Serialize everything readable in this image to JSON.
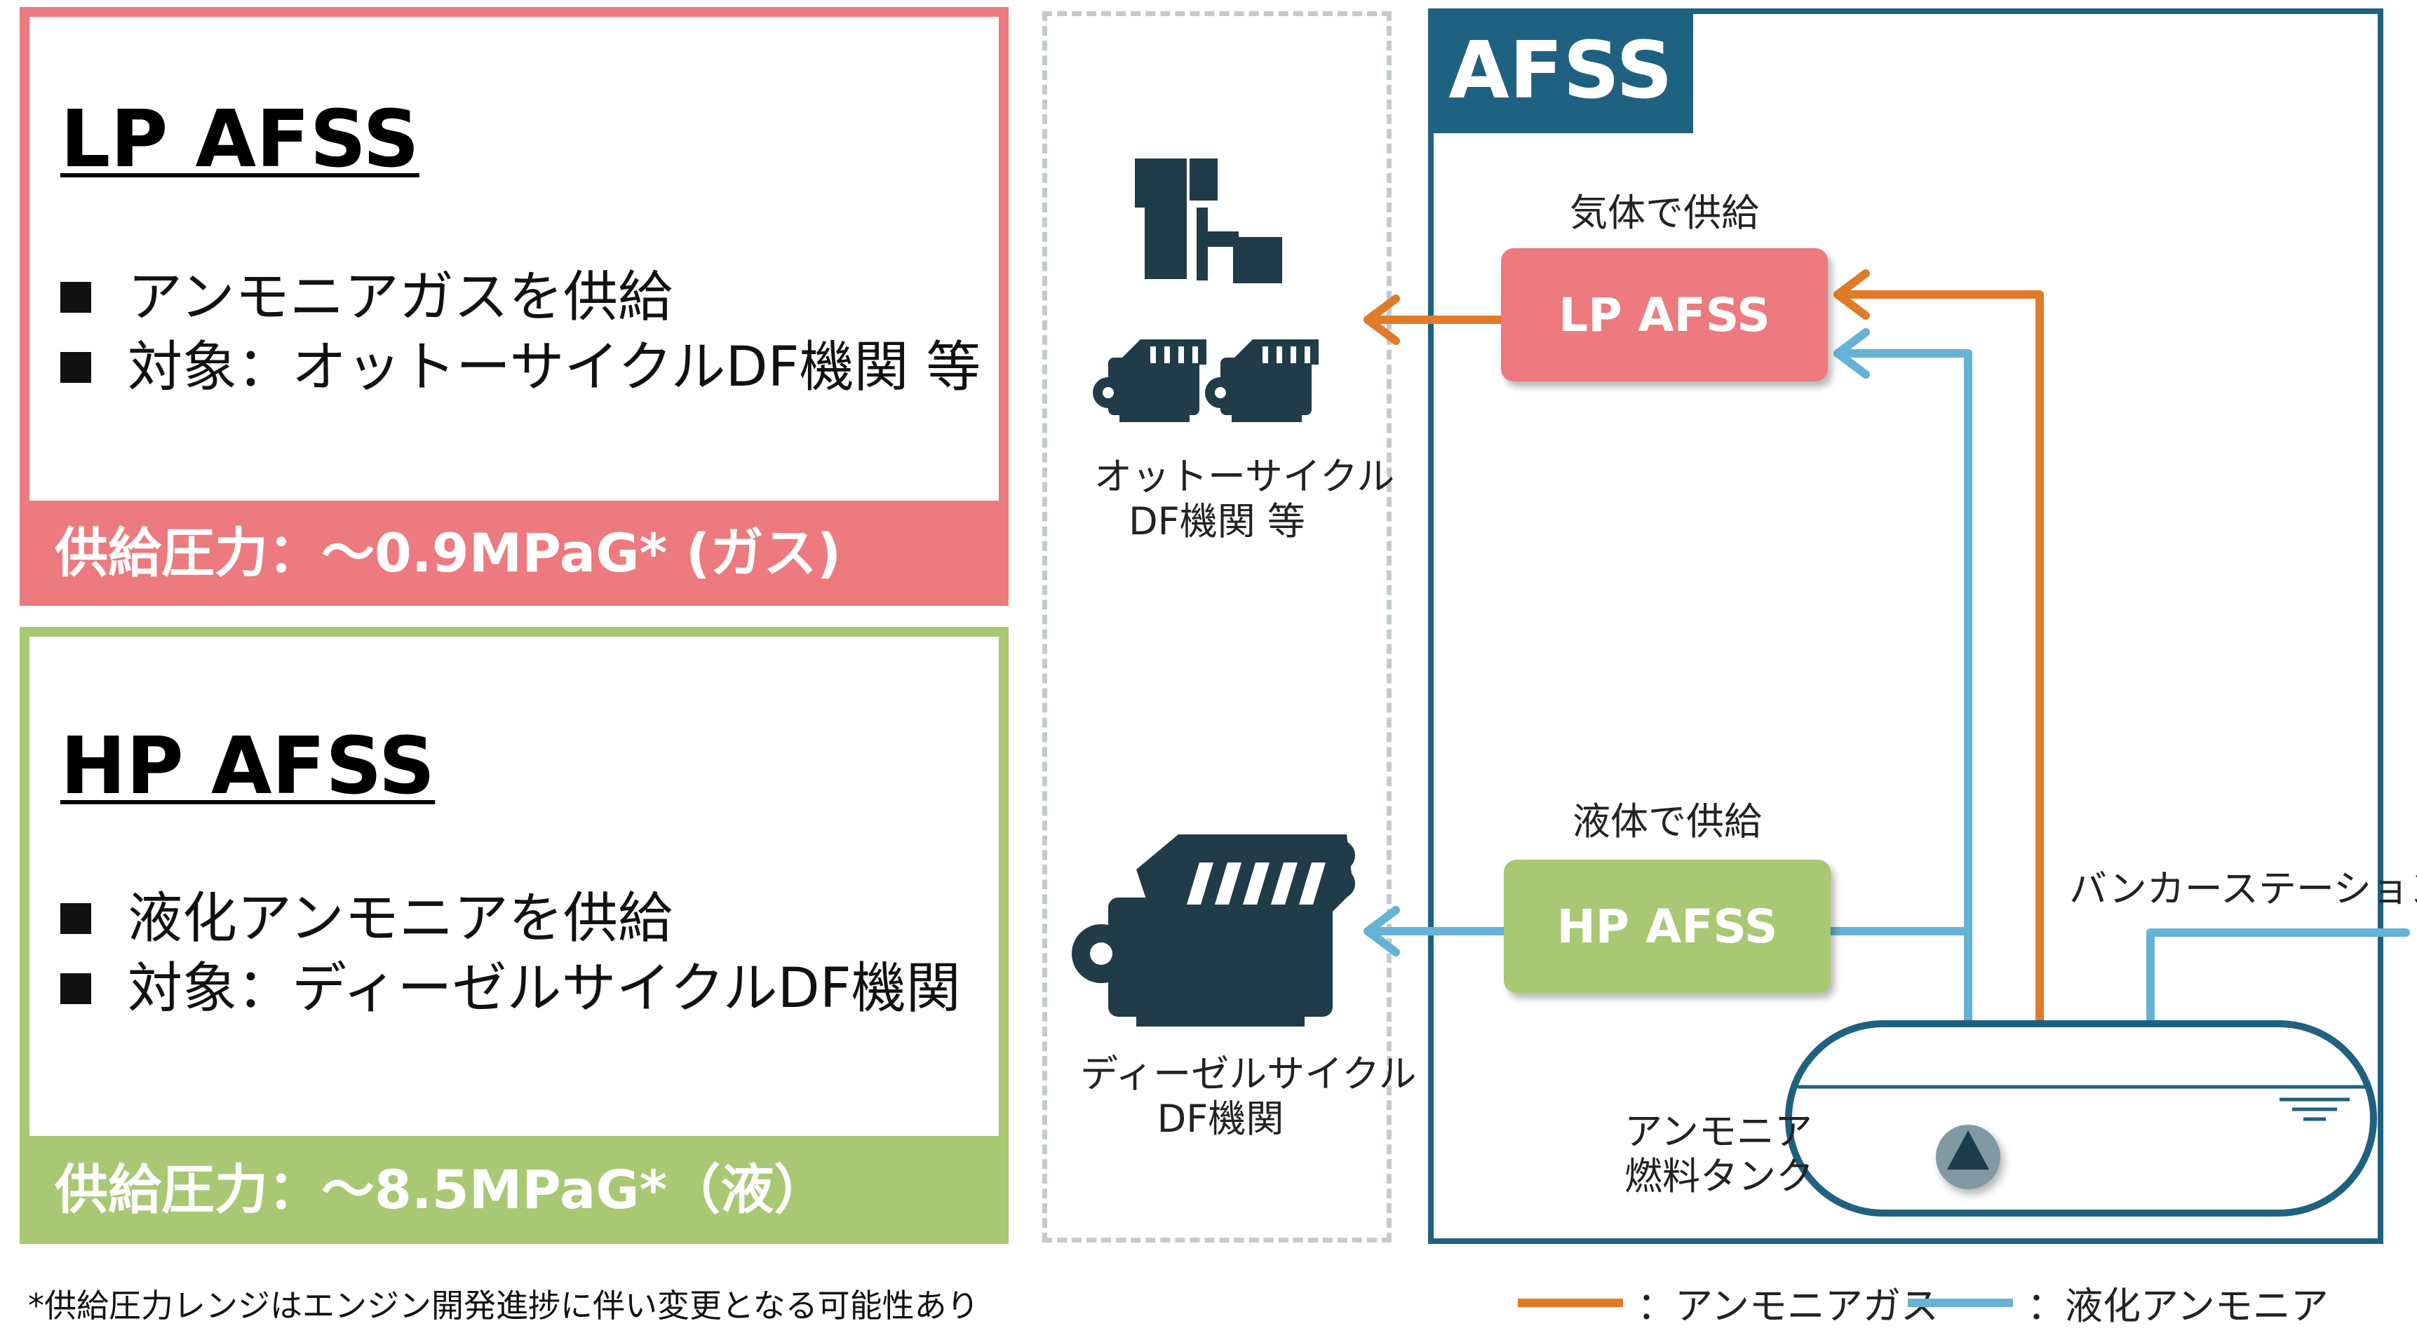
{
  "lp_panel": {
    "title": "LP AFSS",
    "bullets": [
      "アンモニアガスを供給",
      "対象：オットーサイクルDF機関 等"
    ],
    "pressure": "供給圧力：～0.9MPaG* (ガス)"
  },
  "hp_panel": {
    "title": "HP AFSS",
    "bullets": [
      "液化アンモニアを供給",
      "対象：ディーゼルサイクルDF機関"
    ],
    "pressure": "供給圧力：～8.5MPaG*（液）"
  },
  "engines": {
    "otto_label_1": "オットーサイクル",
    "otto_label_2": "DF機関 等",
    "diesel_label_1": "ディーゼルサイクル",
    "diesel_label_2": "DF機関"
  },
  "afss": {
    "tab_title": "AFSS",
    "lp_caption": "気体で供給",
    "lp_node": "LP AFSS",
    "hp_caption": "液体で供給",
    "hp_node": "HP AFSS",
    "bunker_station": "バンカーステーション",
    "tank_label_1": "アンモニア",
    "tank_label_2": "燃料タンク"
  },
  "legend": {
    "gas_label": "：アンモニアガス",
    "gas_color": "#e07b2a",
    "liquid_label": "：液化アンモニア",
    "liquid_color": "#66b2d6"
  },
  "footnote": "*供給圧力レンジはエンジン開発進捗に伴い変更となる可能性あり",
  "colors": {
    "lp_accent": "#ec7a7e",
    "hp_accent": "#a8c873",
    "afss_navy": "#1f6180",
    "engine_icon": "#1f3c48"
  }
}
